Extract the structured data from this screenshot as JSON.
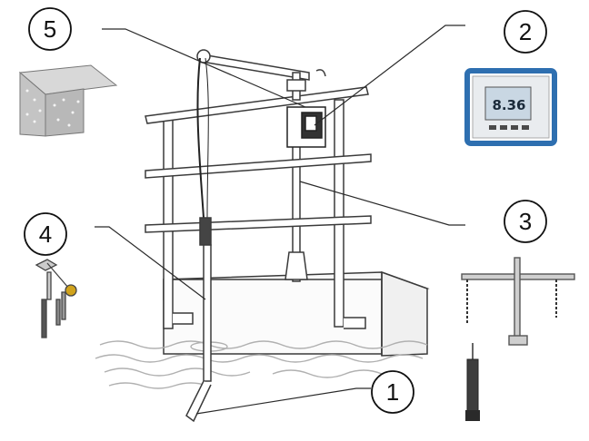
{
  "callouts": [
    {
      "id": "1",
      "label": "1"
    },
    {
      "id": "2",
      "label": "2"
    },
    {
      "id": "3",
      "label": "3"
    },
    {
      "id": "4",
      "label": "4"
    },
    {
      "id": "5",
      "label": "5"
    }
  ],
  "transmitter": {
    "display_value": "8.36"
  },
  "colors": {
    "outline": "#3a3a3a",
    "callout_stroke": "#111111",
    "transmitter_frame": "#2e6fb0",
    "water": "#b0b0b0"
  }
}
